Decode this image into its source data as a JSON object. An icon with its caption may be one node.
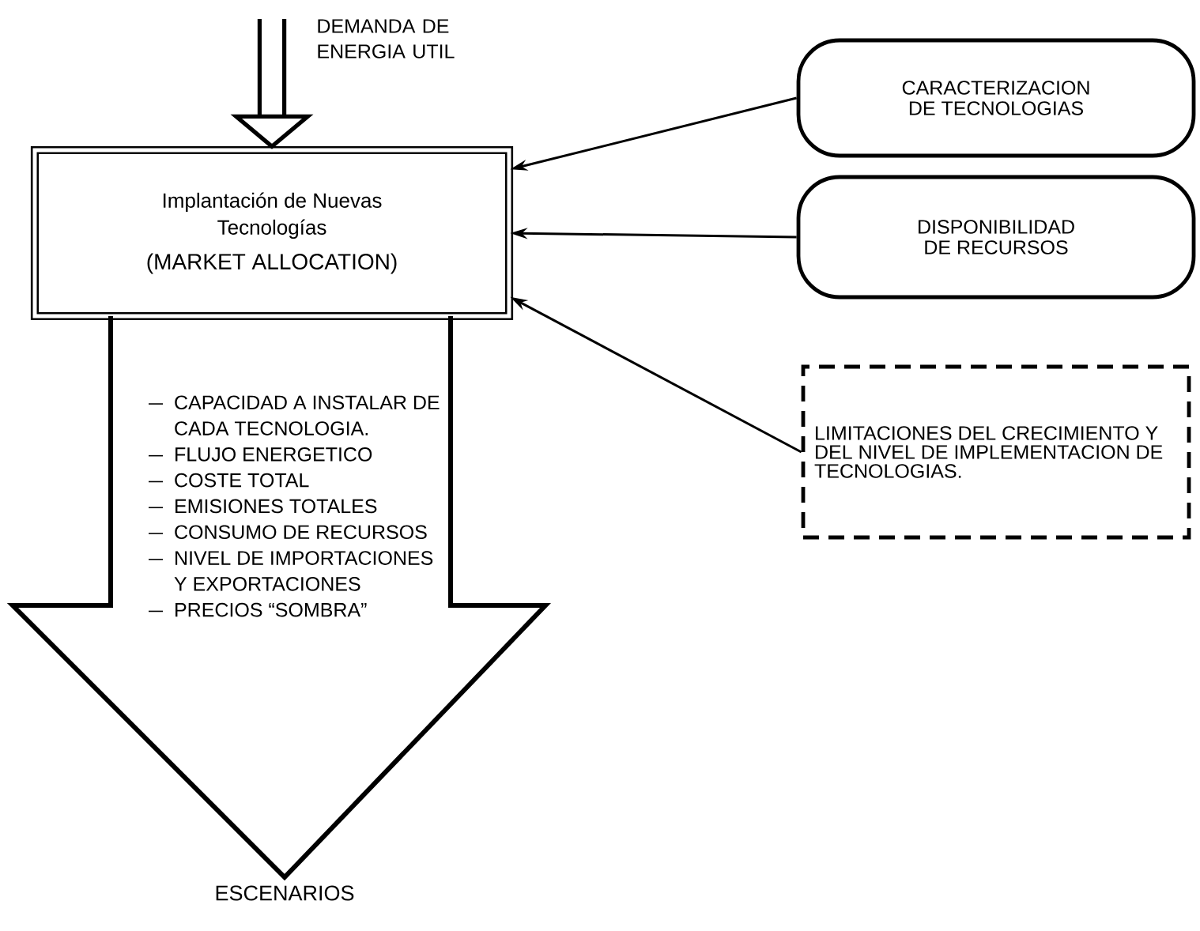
{
  "diagram": {
    "nodes": [
      {
        "text": [
          "Implantación de Nuevas Tecnologías",
          "(MARKET ALLOCATION)"
        ]
      },
      {
        "text": [
          "CARACTERIZACION DE TECNOLOGIAS"
        ]
      },
      {
        "text": [
          "DISPONIBILIDAD DE RECURSOS"
        ]
      },
      {
        "text": [
          "LIMITACIONES DEL CRECIMIENTO Y DEL NIVEL DE IMPLEMENTACION DE TECNOLOGIAS."
        ]
      },
      {
        "text": [
          "CAPACIDAD A INSTALAR DE CADA TECNOLOGIA.",
          "FLUJO ENERGETICO",
          "COSTE TOTAL",
          "EMISIONES TOTALES",
          "CONSUMO DE RECURSOS",
          "NIVEL DE IMPORTACIONES Y EXPORTACIONES",
          "PRECIOS “SOMBRA”"
        ],
        "beside": [
          "ESCENARIOS"
        ]
      }
    ],
    "edges": [
      {
        "from": null,
        "to": 0,
        "arrow": "to",
        "style": "thick"
      },
      {
        "from": 1,
        "to": 0,
        "arrow": "to"
      },
      {
        "from": 2,
        "to": 0,
        "arrow": "to"
      },
      {
        "from": 3,
        "to": 0,
        "arrow": "to"
      }
    ],
    "labels": [
      "DEMANDA DE ENERGIA UTIL"
    ]
  }
}
